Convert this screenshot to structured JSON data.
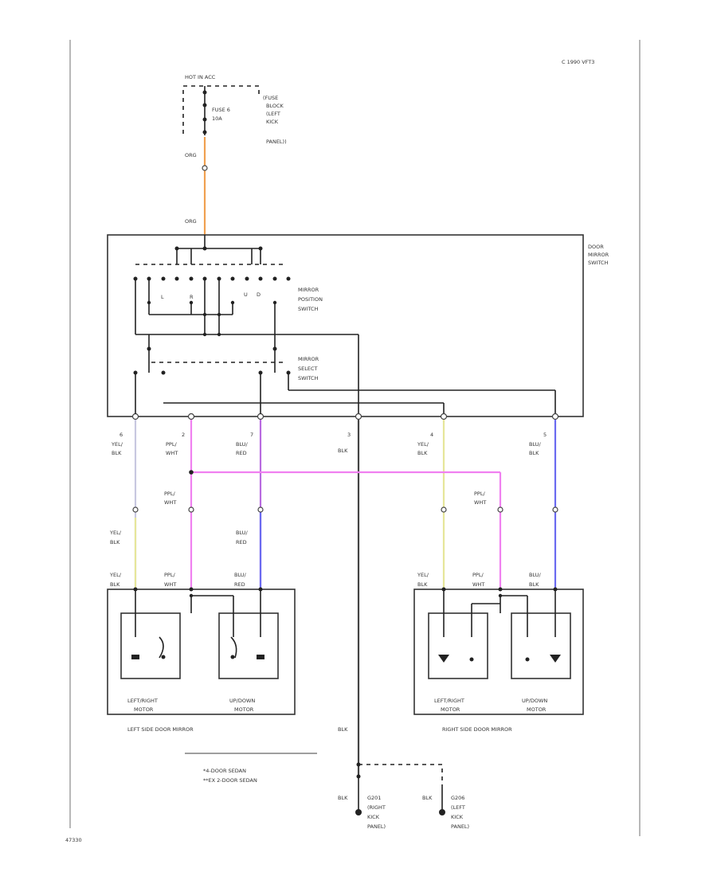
{
  "header": {
    "year_note": "C 1990 VFT3",
    "page_code": "47330"
  },
  "fuse_block": {
    "hot_label": "HOT IN ACC",
    "fuse_label": [
      "FUSE 6",
      "10A"
    ],
    "block_label": [
      "(FUSE",
      "BLOCK",
      "(LEFT",
      "KICK",
      "PANEL))"
    ],
    "wire_top": "ORG",
    "wire_bottom": "ORG"
  },
  "door_switch": {
    "name": [
      "DOOR",
      "MIRROR",
      "SWITCH"
    ],
    "position_switch": [
      "MIRROR",
      "POSITION",
      "SWITCH"
    ],
    "select_switch": [
      "MIRROR",
      "SELECT",
      "SWITCH"
    ],
    "contacts": [
      "L",
      "R",
      "U",
      "D"
    ]
  },
  "terminals": [
    {
      "pin": "6",
      "wire": [
        "YEL/",
        "BLK"
      ]
    },
    {
      "pin": "2",
      "wire": [
        "PPL/",
        "WHT"
      ]
    },
    {
      "pin": "7",
      "wire": [
        "BLU/",
        "RED"
      ]
    },
    {
      "pin": "3",
      "wire": [
        "BLK"
      ]
    },
    {
      "pin": "4",
      "wire": [
        "YEL/",
        "BLK"
      ]
    },
    {
      "pin": "5",
      "wire": [
        "BLU/",
        "BLK"
      ]
    }
  ],
  "left_mirror": {
    "caption": "LEFT SIDE DOOR MIRROR",
    "motor1": [
      "LEFT/RIGHT",
      "MOTOR"
    ],
    "motor2": [
      "UP/DOWN",
      "MOTOR"
    ],
    "conn_yel": [
      "YEL/",
      "BLK"
    ],
    "conn_ppl": [
      "PPL/",
      "WHT"
    ],
    "conn_blu": [
      "BLU/",
      "RED"
    ],
    "term_yel": [
      "YEL/",
      "BLK"
    ],
    "term_ppl": [
      "PPL/",
      "WHT"
    ],
    "term_blu": [
      "BLU/",
      "RED"
    ]
  },
  "right_mirror": {
    "caption": "RIGHT SIDE DOOR MIRROR",
    "motor1": [
      "LEFT/RIGHT",
      "MOTOR"
    ],
    "motor2": [
      "UP/DOWN",
      "MOTOR"
    ],
    "conn_ppl": [
      "PPL/",
      "WHT"
    ],
    "term_yel": [
      "YEL/",
      "BLK"
    ],
    "term_ppl": [
      "PPL/",
      "WHT"
    ],
    "term_blu": [
      "BLU/",
      "BLK"
    ]
  },
  "ground": {
    "wire": "BLK",
    "g1_wire": "BLK",
    "g1_label": [
      "G201",
      "(RIGHT",
      "KICK",
      "PANEL)"
    ],
    "g2_wire": "BLK",
    "g2_label": [
      "G206",
      "(LEFT",
      "KICK",
      "PANEL)"
    ]
  },
  "legend": {
    "line1": "*4-DOOR SEDAN",
    "line2": "**EX 2-DOOR SEDAN"
  },
  "colors": {
    "org": "#f0a050",
    "yel": "#e6e69a",
    "ppl": "#f080f0",
    "blu": "#6a6af0",
    "blk": "#222222",
    "lightgray": "#c8c8e0"
  }
}
